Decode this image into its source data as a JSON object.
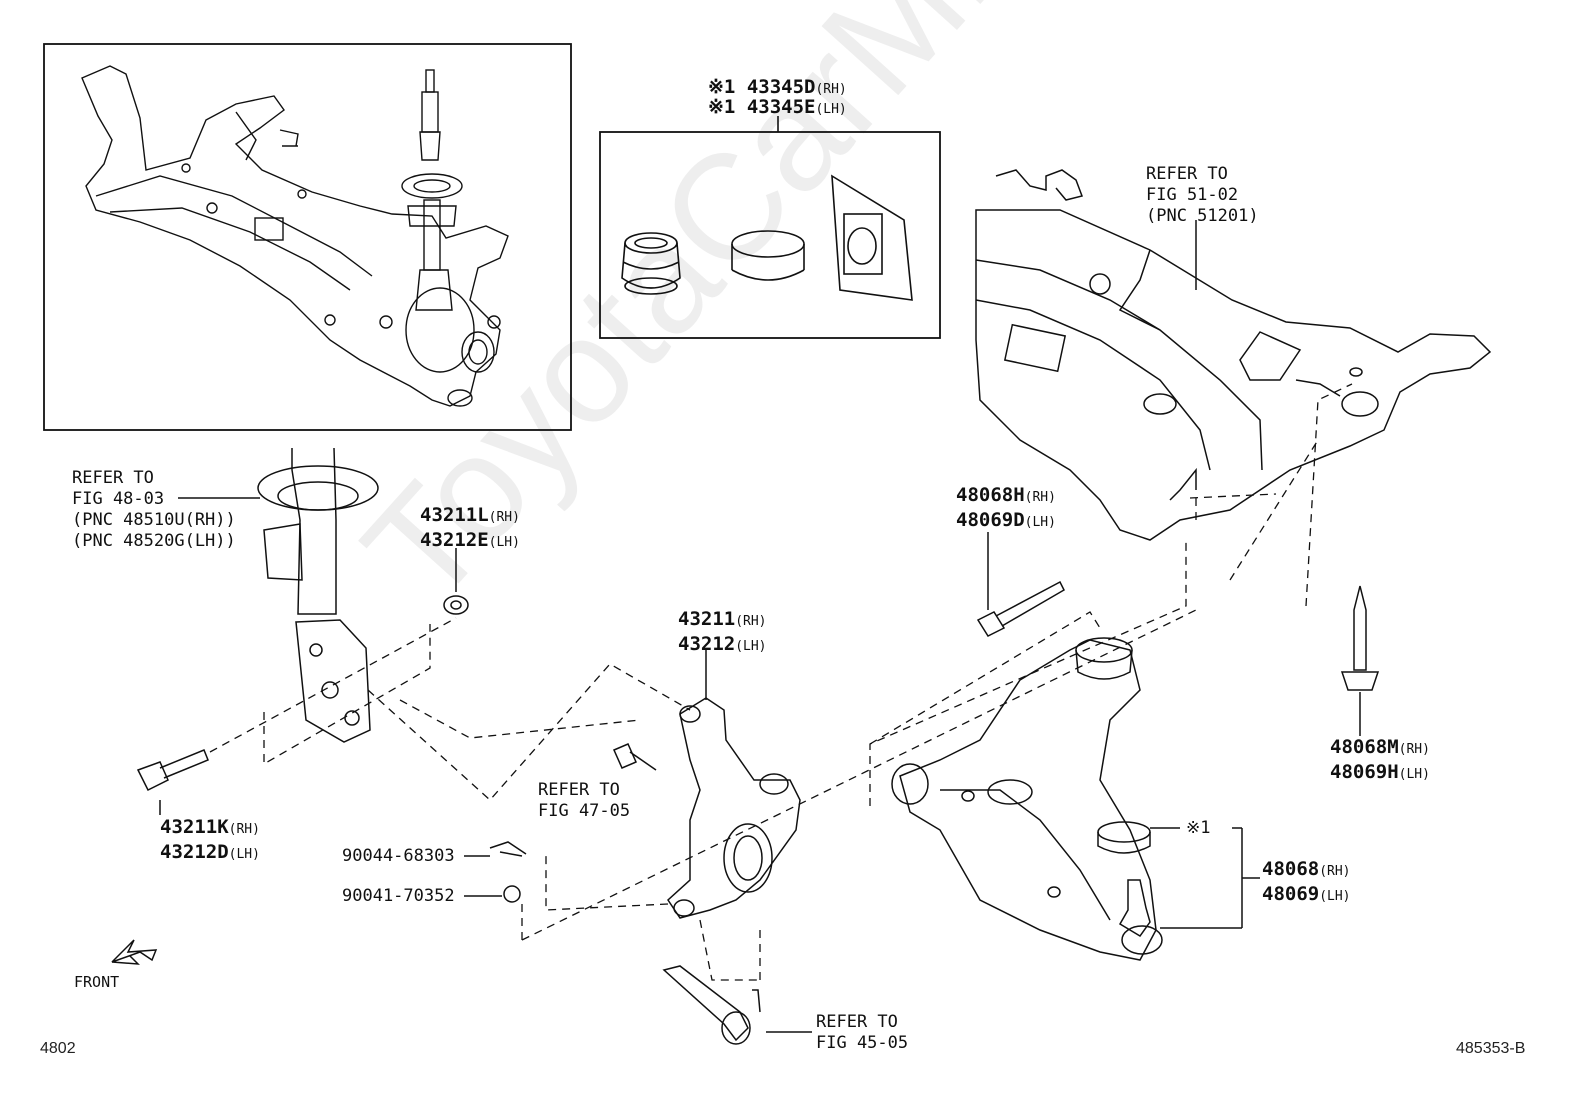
{
  "watermark": "ToyotaCarMine.ru",
  "page_ref_left": "4802",
  "page_ref_right": "485353-B",
  "front_label": "FRONT",
  "kit": {
    "line1_mark": "※1",
    "line1_part": "43345D",
    "line1_side": "(RH)",
    "line2_mark": "※1",
    "line2_part": "43345E",
    "line2_side": "(LH)"
  },
  "refer_crossmember": [
    "REFER TO",
    "FIG 51-02",
    "(PNC 51201)"
  ],
  "refer_strut": [
    "REFER TO",
    "FIG 48-03",
    "(PNC 48510U(RH))",
    "(PNC 48520G(LH))"
  ],
  "refer_steering": [
    "REFER TO",
    "FIG 47-05"
  ],
  "refer_tierod": [
    "REFER TO",
    "FIG 45-05"
  ],
  "parts": {
    "nut_upper_rh": "43211L",
    "nut_upper_rh_side": "(RH)",
    "nut_upper_lh": "43212E",
    "nut_upper_lh_side": "(LH)",
    "knuckle_rh": "43211",
    "knuckle_rh_side": "(RH)",
    "knuckle_lh": "43212",
    "knuckle_lh_side": "(LH)",
    "bolt_rh": "43211K",
    "bolt_rh_side": "(RH)",
    "bolt_lh": "43212D",
    "bolt_lh_side": "(LH)",
    "pin": "90044-68303",
    "nut_small": "90041-70352",
    "arm_bolt_rh": "48068H",
    "arm_bolt_rh_side": "(RH)",
    "arm_bolt_lh": "48069D",
    "arm_bolt_lh_side": "(LH)",
    "rear_bolt_rh": "48068M",
    "rear_bolt_rh_side": "(RH)",
    "rear_bolt_lh": "48069H",
    "rear_bolt_lh_side": "(LH)",
    "arm_rh": "48068",
    "arm_rh_side": "(RH)",
    "arm_lh": "48069",
    "arm_lh_side": "(LH)",
    "boot_mark": "※1"
  }
}
